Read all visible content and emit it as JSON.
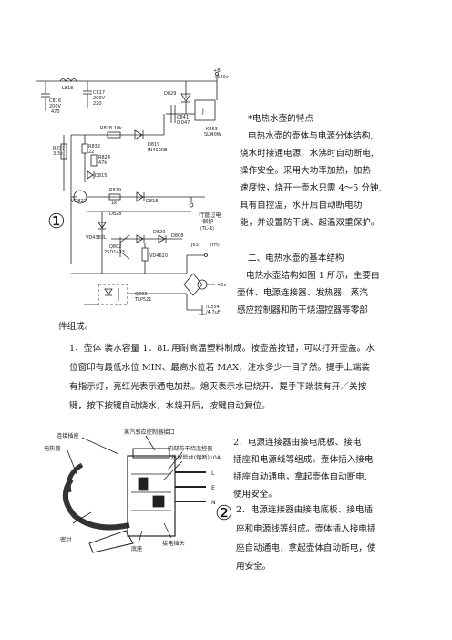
{
  "circuit": {
    "marker": "①",
    "labels": {
      "v_top": "+B",
      "v_top2": "+140v",
      "l818": "L818",
      "c817": "C817",
      "c817_v": "200V",
      "c817_c": "220",
      "c816": "C816",
      "c816_v": "200V",
      "c816_c": "470",
      "d829": "D829",
      "c841": "C841",
      "c841_v": "0.047",
      "j": "J",
      "k853": "K853",
      "k853_v": "SLI40W",
      "r828": "R828 10k",
      "d819": "D819",
      "d819_t": "IN4100B",
      "r837": "R837",
      "r837_v": "3.3k",
      "r832": "R832",
      "r832_v": "22",
      "r824": "R824",
      "r824_v": "47k",
      "d815": "D815",
      "r819": "R819",
      "r819_v": "1k",
      "d818": "D818",
      "vd822": "VD822",
      "right1": "行管过电",
      "right2": "保护",
      "right3": "(TL-R)",
      "d820": "D820",
      "d808": "D808",
      "d828": "D828",
      "vd": "VD4382L",
      "q802": "Q802",
      "q802_t": "2SD1423",
      "vd4620": "VD4620",
      "j63": "J63",
      "yh": "(YH)",
      "q803": "Q803",
      "q803_t": "TLP521",
      "l5v": "+5v",
      "c854": "/C854",
      "c854_v": "/4.7uF"
    }
  },
  "section1": {
    "heading": "*电热水壶的特点",
    "lines": [
      "电热水壶的壶体与电源分体结构,",
      "烧水时接通电源，水沸时自动断电,",
      "操作安全。采用大功率加热，加热",
      "速度快，烧开一壶水只需 4～5 分钟,",
      "具有自控温，水开后自动断电功",
      "能，并设置防干烧、超温双重保护。"
    ]
  },
  "section2": {
    "heading": "二、电热水壶的基本结构",
    "lines": [
      "电热水壶结构如图 1 所示，主要由",
      "壶体、电源连接器、发热器、蒸汽",
      "感应控制器和防干烧温控器等零部"
    ],
    "tail": "件组成。"
  },
  "para1": {
    "lines": [
      "1、壶体    装水容量 1．8L 用耐高温塑料制成。按壶盖按钮，可以打开壶盖。水",
      "位窗印有最低水位 MIN、最高水位若 MAX，注水多少一目了然。提手上端装",
      "有指示灯，亮红光表示通电加热。熄灭表示水已烧开。提手下端装有开／关按",
      "键，按下按键自动烧水，水烧开后，按键自动复位。"
    ]
  },
  "figure2": {
    "marker": "②",
    "labels": {
      "connector": "连接插座",
      "steam": "蒸汽感应控制器接口",
      "heater": "电热管",
      "internal": "内部防干烧温控器",
      "fuse": "热保险丝(熔断)10A",
      "pin_l": "L",
      "pin_e": "E",
      "pin_n": "N",
      "seal": "密封",
      "base": "底座",
      "plug": "接电插头"
    }
  },
  "para2": {
    "lines": [
      "2．电源连接器由接电底板、接电",
      "插座和电源线等组成。壶体插入接电",
      "插座自动通电，拿起壶体自动断电,",
      "使用安全。"
    ]
  },
  "para3": {
    "lines": [
      "2．电源连接器由接电底板、接电插",
      "座和电源线等组成。壶体插入接电插",
      "座自动通电，拿起壶体自动断电，使",
      "用安全。"
    ]
  }
}
